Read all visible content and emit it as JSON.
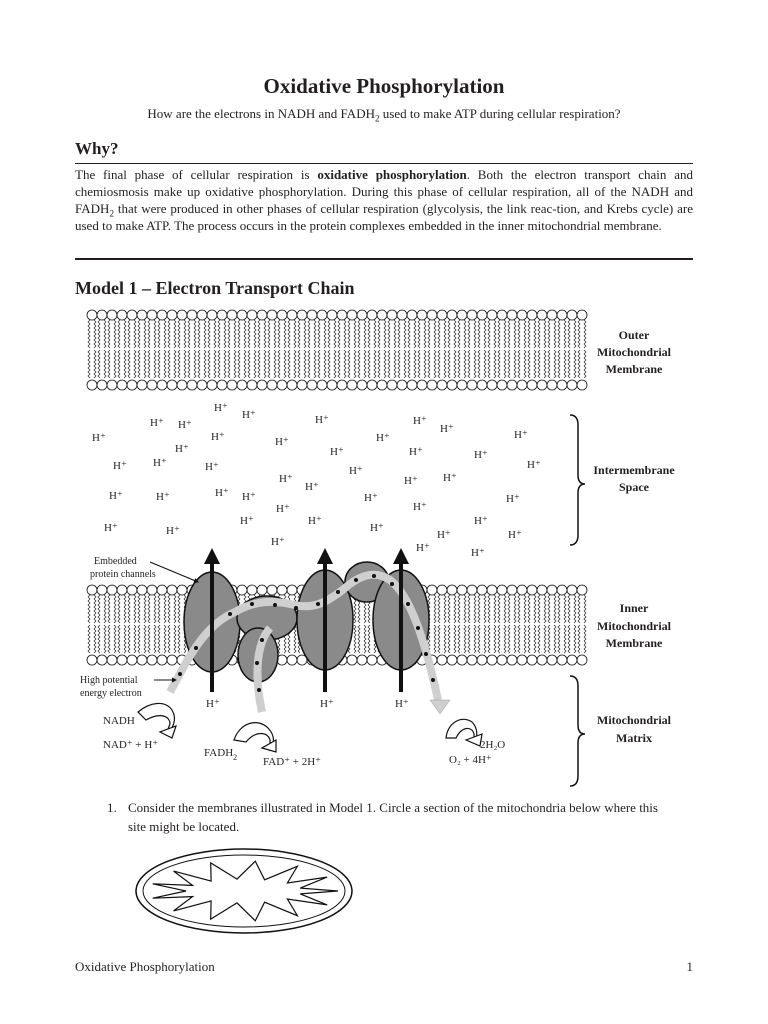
{
  "header": {
    "title": "Oxidative Phosphorylation",
    "subtitle_pre": "How are the electrons in NADH and FADH",
    "subtitle_sub": "2",
    "subtitle_post": " used to make ATP during cellular respiration?"
  },
  "why": {
    "heading": "Why?",
    "p1": "The final phase of cellular respiration is ",
    "p1_bold": "oxidative phosphorylation",
    "p2": ". Both the electron transport chain and chemiosmosis make up oxidative phosphorylation. During this phase of cellular respiration, all of the NADH and FADH",
    "p2_sub": "2",
    "p3": " that were produced in other phases of cellular respiration (glycolysis, the link reac-tion, and Krebs cycle) are used to make ATP. The process occurs in the protein complexes embedded in the inner mitochondrial membrane."
  },
  "model": {
    "title": "Model 1 – Electron Transport Chain",
    "labels": {
      "outer_1": "Outer",
      "outer_2": "Mitochondrial",
      "outer_3": "Membrane",
      "inter_1": "Intermembrane",
      "inter_2": "Space",
      "inner_1": "Inner",
      "inner_2": "Mitochondrial",
      "inner_3": "Membrane",
      "matrix_1": "Mitochondrial",
      "matrix_2": "Matrix",
      "embedded_1": "Embedded",
      "embedded_2": "protein channels",
      "high_1": "High potential",
      "high_2": "energy electron",
      "nadh": "NADH",
      "nad": "NAD⁺ + H⁺",
      "fadh2_main": "FADH",
      "fadh2_sub": "2",
      "fad": "FAD⁺ + 2H⁺",
      "h2o": "2H₂O",
      "o2": "O₂ + 4H⁺",
      "hplus": "H⁺"
    }
  },
  "question": {
    "number": "1.",
    "text": "Consider the membranes illustrated in Model 1. Circle a section of the mitochondria below where this site might be located."
  },
  "footer": {
    "left": "Oxidative Phosphorylation",
    "page": "1"
  }
}
